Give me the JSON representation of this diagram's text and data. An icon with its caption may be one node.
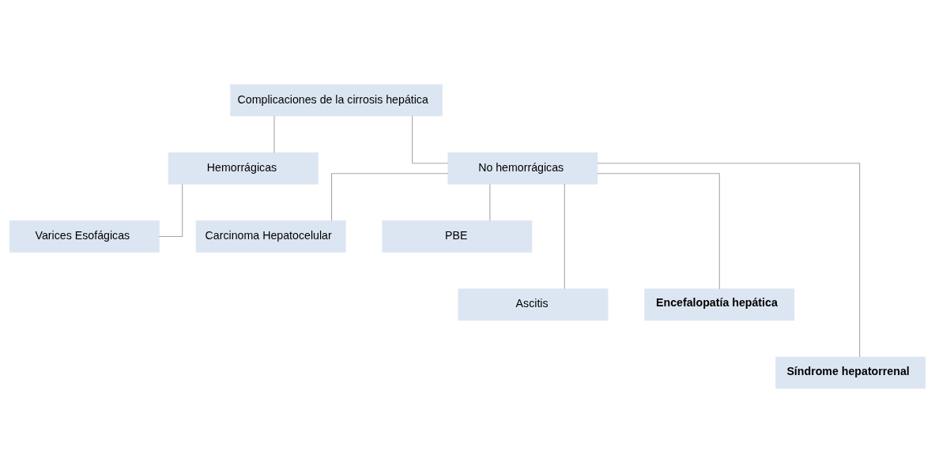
{
  "diagram": {
    "nodes": [
      {
        "text": [
          "Complicaciones de la cirrosis hepática"
        ]
      },
      {
        "text": [
          "Hemorrágicas"
        ]
      },
      {
        "text": [
          "No hemorrágicas"
        ]
      },
      {
        "text": [
          "Varices Esofágicas"
        ]
      },
      {
        "text": [
          "Carcinoma Hepatocelular"
        ]
      },
      {
        "text": [
          "PBE"
        ]
      },
      {
        "text": [
          "Ascitis"
        ]
      },
      {
        "text": [
          "Encefalopatía hepática"
        ]
      },
      {
        "text": [
          "Síndrome hepatorrenal"
        ]
      }
    ],
    "edges": [
      {
        "from": 0,
        "to": 1,
        "arrow": "none"
      },
      {
        "from": 0,
        "to": 2,
        "arrow": "none"
      },
      {
        "from": 1,
        "to": 3,
        "arrow": "none"
      },
      {
        "from": 2,
        "to": 4,
        "arrow": "none"
      },
      {
        "from": 2,
        "to": 5,
        "arrow": "none"
      },
      {
        "from": 2,
        "to": 6,
        "arrow": "none"
      },
      {
        "from": 2,
        "to": 7,
        "arrow": "none"
      },
      {
        "from": 2,
        "to": 8,
        "arrow": "none"
      }
    ]
  }
}
